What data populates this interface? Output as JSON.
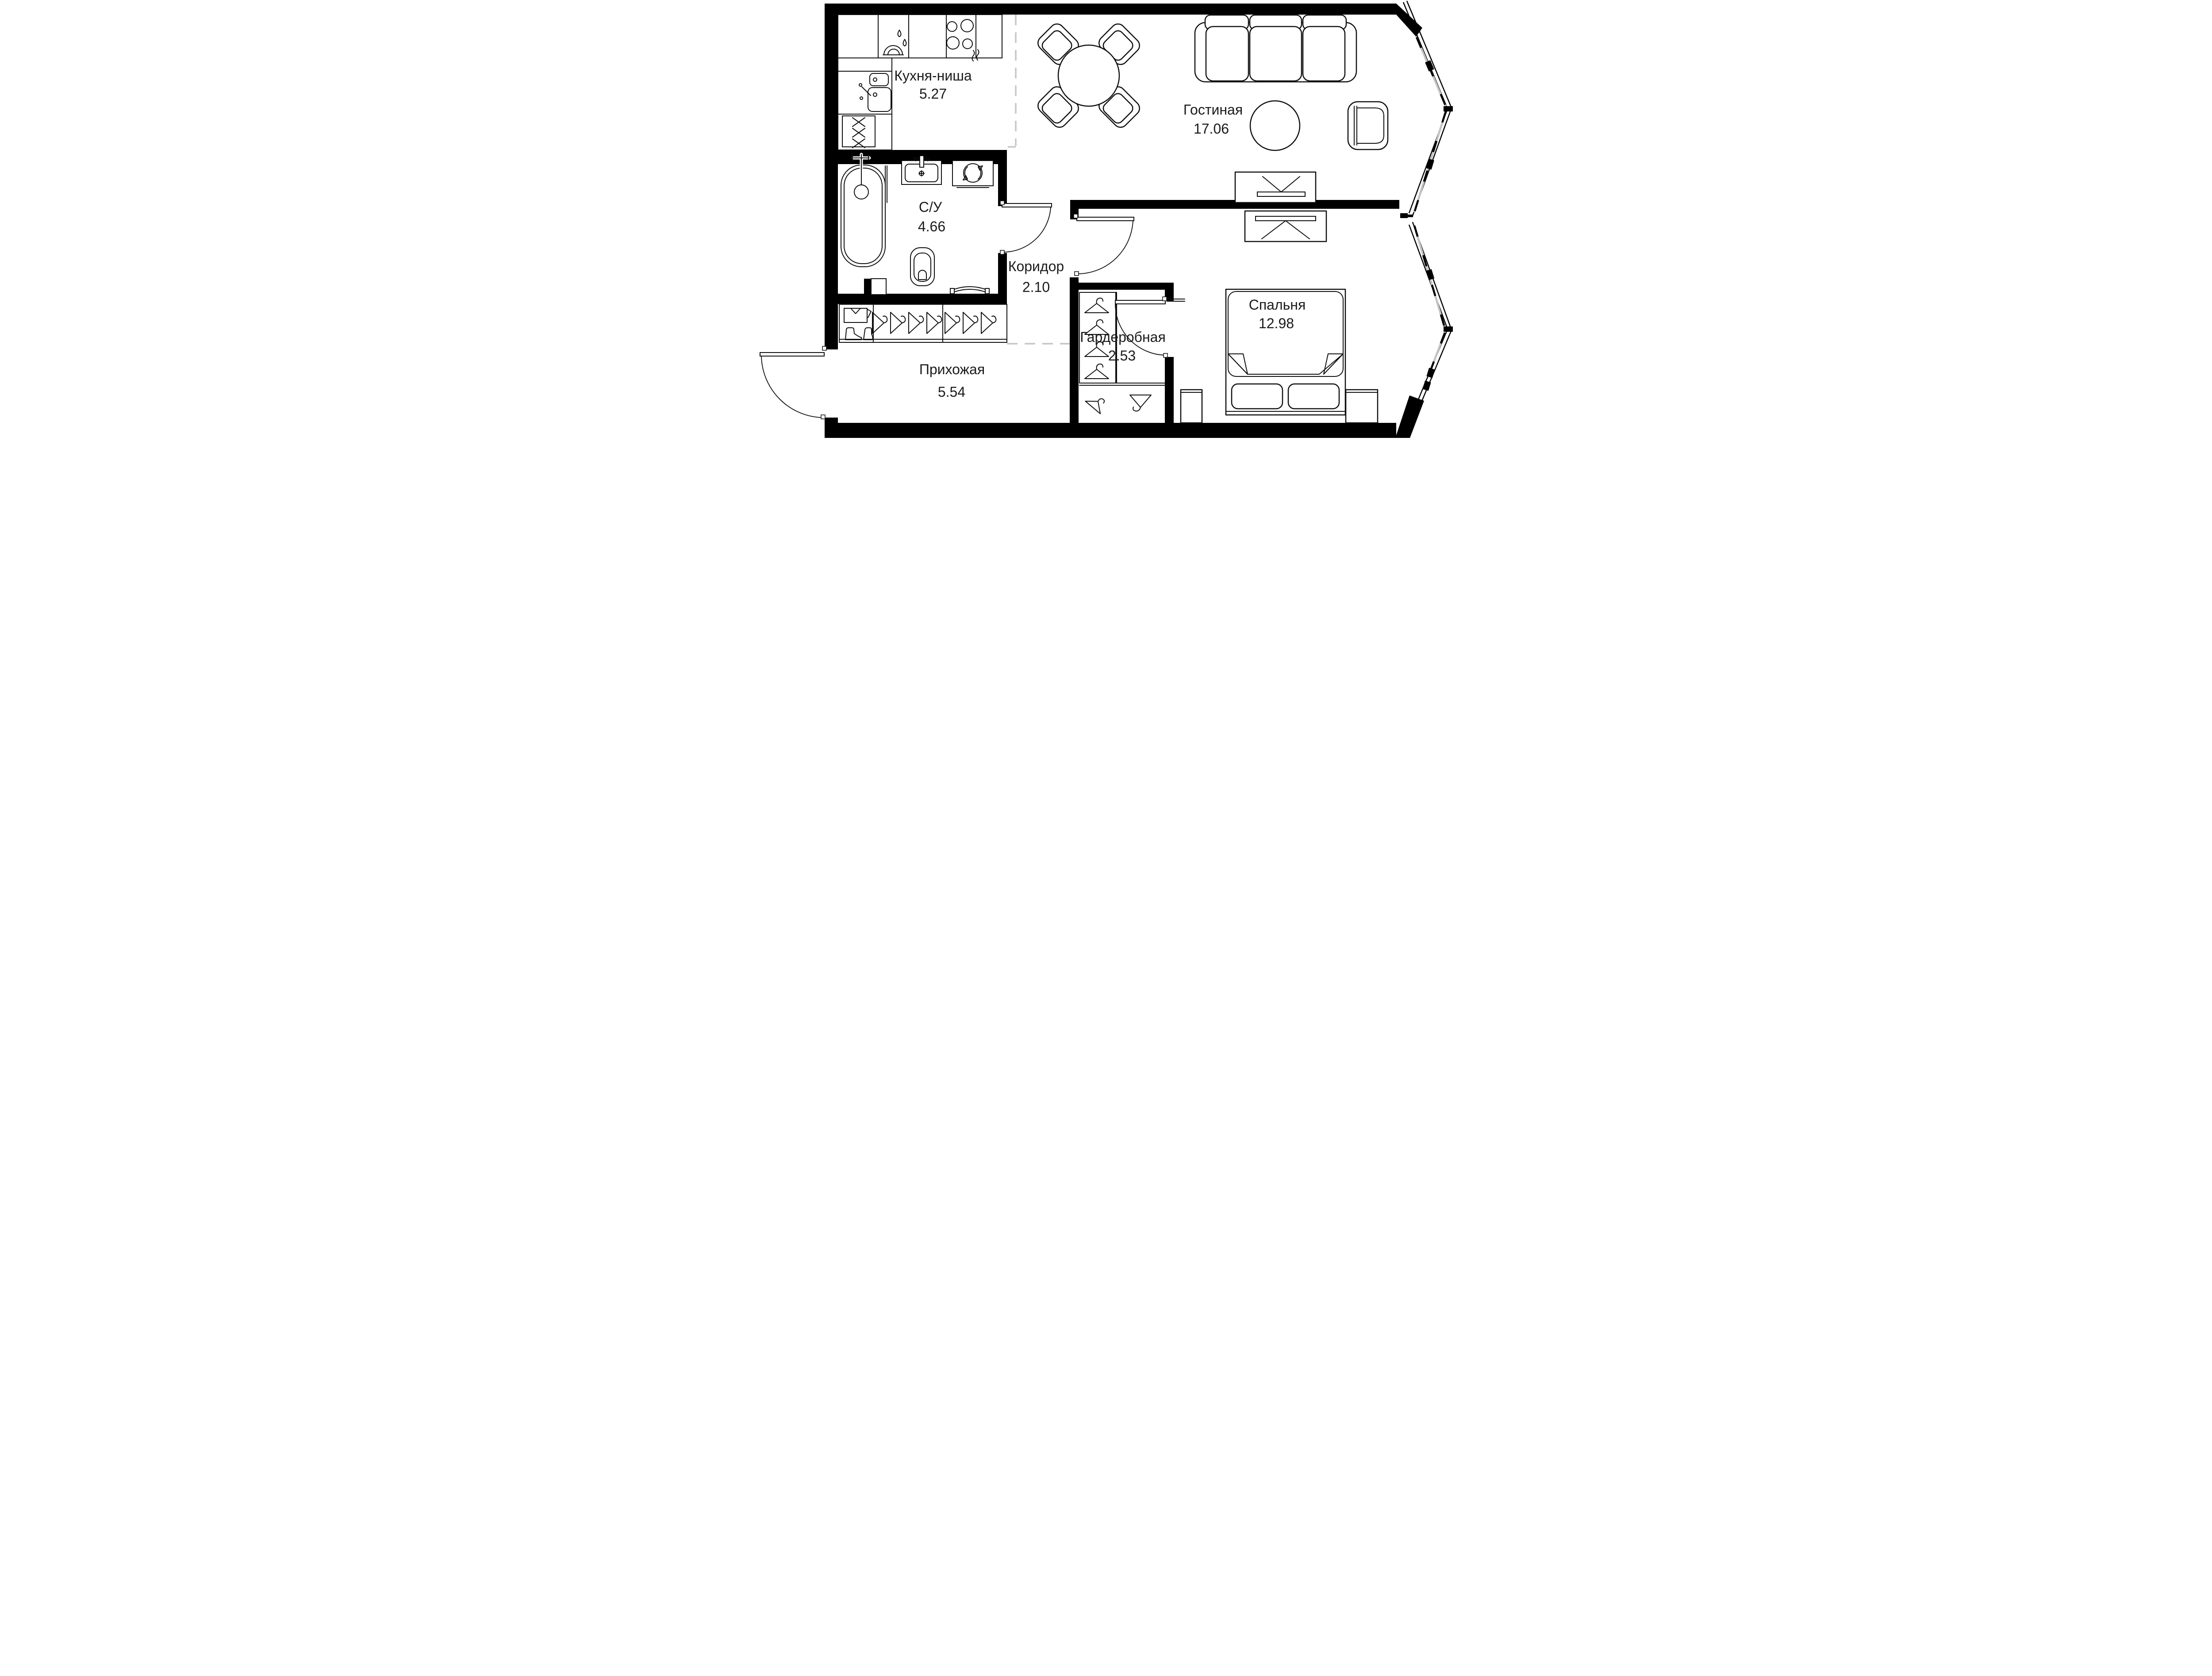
{
  "plan": {
    "type": "apartment-floor-plan",
    "language": "ru",
    "rooms": [
      {
        "id": "kitchen-niche",
        "name": "Кухня-ниша",
        "area": "5.27"
      },
      {
        "id": "living-room",
        "name": "Гостиная",
        "area": "17.06"
      },
      {
        "id": "bathroom",
        "name": "С/У",
        "area": "4.66"
      },
      {
        "id": "corridor",
        "name": "Коридор",
        "area": "2.10"
      },
      {
        "id": "wardrobe-room",
        "name": "Гардеробная",
        "area": "2.53"
      },
      {
        "id": "bedroom",
        "name": "Спальня",
        "area": "12.98"
      },
      {
        "id": "hallway",
        "name": "Прихожая",
        "area": "5.54"
      }
    ],
    "colors": {
      "wall": "#000000",
      "line": "#0f0f0f",
      "background": "#ffffff",
      "dashed_partition": "#c6c6c6",
      "glazing": "#c2c2c2",
      "text": "#1b1b1b"
    },
    "icons": [
      "bathtub-icon",
      "shower-head-icon",
      "bath-sink-icon",
      "washing-machine-icon",
      "toilet-icon",
      "towel-rail-icon",
      "kitchen-sink-icon",
      "dishes-icon",
      "stove-icon",
      "fridge-icon",
      "dining-table-icon",
      "chair-icon",
      "sofa-icon",
      "coffee-table-icon",
      "armchair-icon",
      "tv-stand-icon",
      "bed-icon",
      "pillow-icon",
      "nightstand-icon",
      "dresser-icon",
      "hanger-icon",
      "shirt-shelf-icon",
      "boots-icon",
      "door-swing-icon",
      "window-glazing-icon"
    ]
  }
}
